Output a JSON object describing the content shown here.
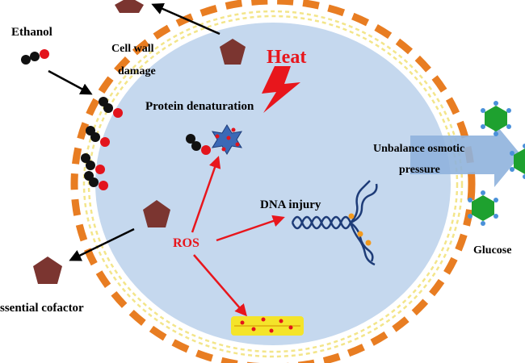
{
  "labels": {
    "ethanol": "Ethanol",
    "cell_wall_line1": "Cell wall",
    "cell_wall_line2": "damage",
    "heat": "Heat",
    "protein_denaturation": "Protein denaturation",
    "unbalance_line1": "Unbalance osmotic",
    "unbalance_line2": "pressure",
    "dna_injury": "DNA injury",
    "ros": "ROS",
    "glucose": "Glucose",
    "essential_cofactor": "ssential cofactor"
  },
  "colors": {
    "cell_fill": "#c5d8ee",
    "membrane_orange": "#e87d22",
    "membrane_yellow": "#f3e58a",
    "cofactor": "#7b3530",
    "heat": "#e8161c",
    "ros_arrow": "#e8161c",
    "glucose": "#1ea12f",
    "glucose_dots": "#4a90d9",
    "dna": "#1e3c78",
    "osmotic_arrow": "#8fb3dd"
  },
  "icons": [
    "ethanol-molecule-icon",
    "cofactor-pentagon-icon",
    "heat-lightning-icon",
    "denatured-protein-icon",
    "dna-strand-icon",
    "glucose-molecule-icon",
    "lipid-peroxidation-icon"
  ]
}
